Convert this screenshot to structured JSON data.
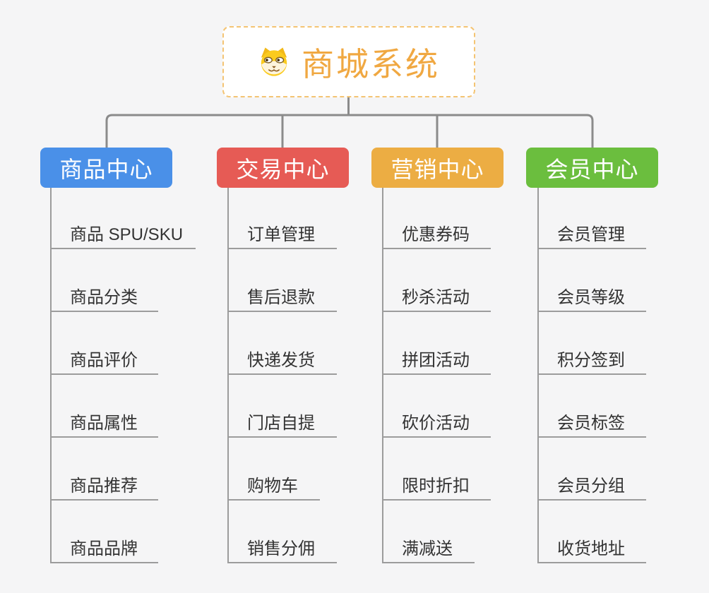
{
  "root": {
    "title": "商城系统",
    "icon": "shiba-dog-face-icon"
  },
  "branches": [
    {
      "label": "商品中心",
      "color": "#4a90e8",
      "items": [
        "商品 SPU/SKU",
        "商品分类",
        "商品评价",
        "商品属性",
        "商品推荐",
        "商品品牌"
      ]
    },
    {
      "label": "交易中心",
      "color": "#e65b55",
      "items": [
        "订单管理",
        "售后退款",
        "快递发货",
        "门店自提",
        "购物车",
        "销售分佣"
      ]
    },
    {
      "label": "营销中心",
      "color": "#ecad43",
      "items": [
        "优惠券码",
        "秒杀活动",
        "拼团活动",
        "砍价活动",
        "限时折扣",
        "满减送"
      ]
    },
    {
      "label": "会员中心",
      "color": "#6bbe3e",
      "items": [
        "会员管理",
        "会员等级",
        "积分签到",
        "会员标签",
        "会员分组",
        "收货地址"
      ]
    }
  ],
  "colors": {
    "background": "#f5f5f6",
    "root_title": "#f0a842",
    "root_border": "#f4c473",
    "top_connector": "#8b8b8b",
    "sub_lines": "#9c9c9c",
    "sub_text": "#333333",
    "branch_text": "#ffffff"
  }
}
